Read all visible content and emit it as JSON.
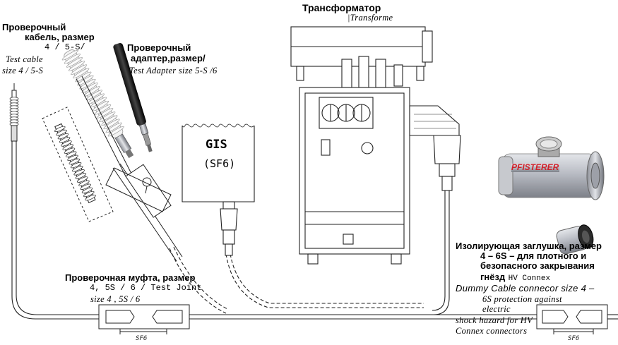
{
  "transformer": {
    "title_ru": "Трансформатор",
    "title_en": "Transforme"
  },
  "test_cable": {
    "title_ru_1": "Проверочный",
    "title_ru_2": "кабель, размер",
    "size_ru": "4 / 5-S/",
    "en_1": "Test cable",
    "en_2": "size 4 / 5-S"
  },
  "test_adapter": {
    "title_ru_1": "Проверочный",
    "title_ru_2": "адаптер,размер/",
    "en": "Test Adapter size 5-S /6"
  },
  "gis": {
    "label": "GIS",
    "sub": "(SF6)"
  },
  "test_joint": {
    "title_ru": "Проверочная муфта, размер",
    "line2": "4, 5S / 6 / Test Joint",
    "line3": "size 4 , 5S / 6"
  },
  "dummy": {
    "ru_1": "Изолирующая заглушка, размер",
    "ru_2": "4 – 6S – для плотного и",
    "ru_3": "безопасного закрывания",
    "ru_4": "гнёзд",
    "ru_4_brand": "HV Connex",
    "en_1": "Dummy Cable connecor size 4 –",
    "en_2": "6S protection against",
    "en_3": "electric",
    "en_4": "shock hazard for HV",
    "en_5": "Connex connectors"
  },
  "brand": "PFISTERER",
  "sf6_label": "SF6",
  "colors": {
    "ink": "#1a1a1a",
    "brand_red": "#d0202a",
    "metal": "#b9bcc4"
  }
}
